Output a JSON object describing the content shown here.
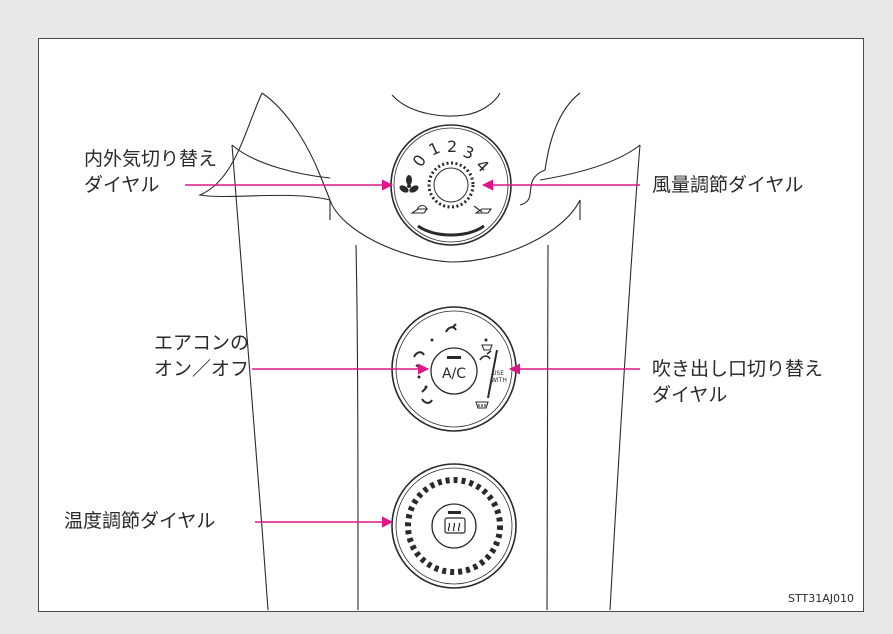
{
  "labels": {
    "recirc_line1": "内外気切り替え",
    "recirc_line2": "ダイヤル",
    "fan_speed": "風量調節ダイヤル",
    "ac_line1": "エアコンの",
    "ac_line2": "オン／オフ",
    "outlet_line1": "吹き出し口切り替え",
    "outlet_line2": "ダイヤル",
    "temperature": "温度調節ダイヤル"
  },
  "fan_dial": {
    "numbers": [
      "0",
      "1",
      "2",
      "3",
      "4"
    ]
  },
  "mode_dial": {
    "ac_button": "A/C",
    "use_text_line1": "USE",
    "use_text_line2": "WITH"
  },
  "figure_code": "STT31AJ010",
  "colors": {
    "callout": "#e0158a",
    "linework": "#2a2a2a",
    "background": "#e8e8e8",
    "panel": "#ffffff"
  },
  "icons": [
    "fan-icon",
    "recirculate-air-icon",
    "fresh-air-icon",
    "face-vent-icon",
    "bi-level-vent-icon",
    "foot-vent-icon",
    "foot-defrost-icon",
    "windshield-defrost-icon",
    "rear-defogger-icon"
  ]
}
